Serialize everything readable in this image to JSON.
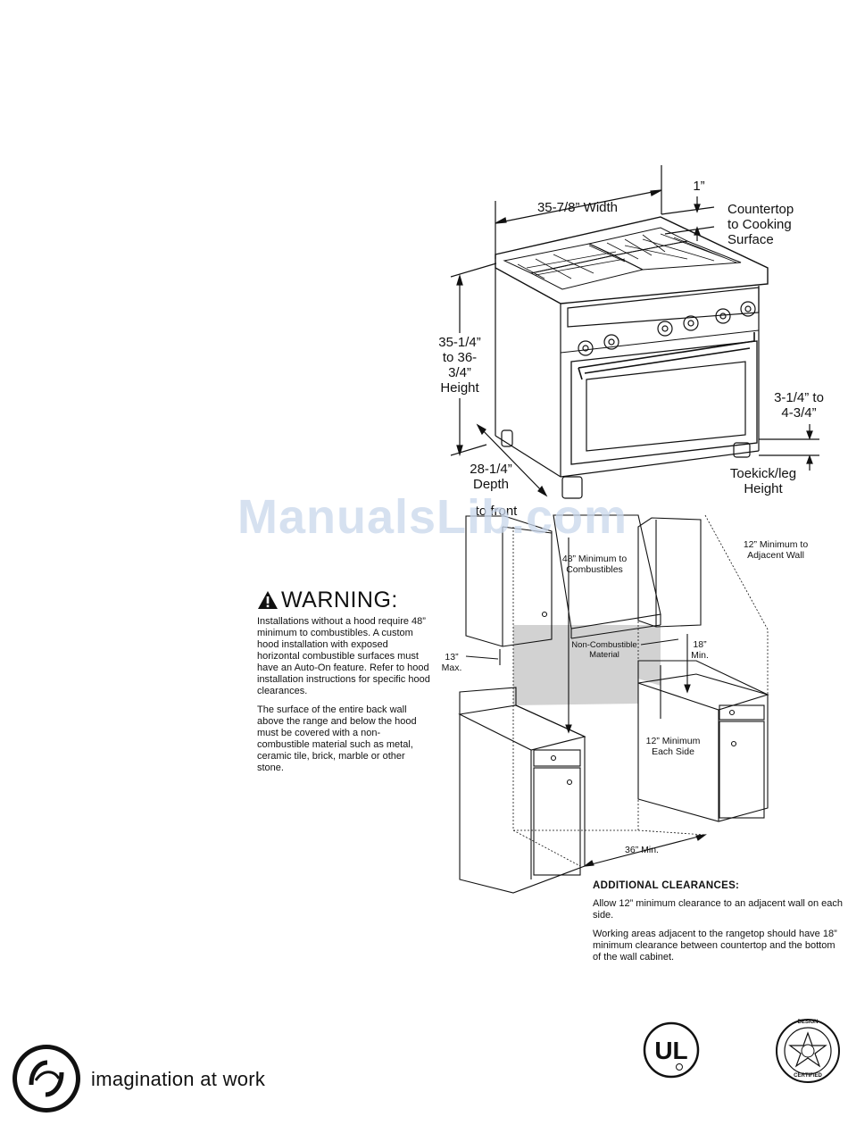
{
  "range_diagram": {
    "width_label": "35-7/8” Width",
    "offset_label": "1”",
    "countertop_label": "Countertop to Cooking Surface",
    "height_label": "35-1/4” to 36-3/4” Height",
    "depth_label": "28-1/4” Depth",
    "depth_label_suffix": "to front",
    "toekick_dim_label": "3-1/4” to 4-3/4”",
    "toekick_label": "Toekick/leg Height"
  },
  "watermark": "ManualsLib.com",
  "warning": {
    "title": "WARNING:",
    "paragraph_1": "Installations without a hood require 48” minimum to combustibles. A custom hood installation with exposed horizontal combustible surfaces must have an Auto-On feature. Refer to hood installation instructions for specific hood clearances.",
    "paragraph_2": "The surface of the entire back wall above the range and below the hood must be covered with a non-combustible material such as metal, ceramic tile, brick, marble or other stone."
  },
  "clearance_diagram": {
    "combustibles_label": "48” Minimum to Combustibles",
    "adjacent_wall_label": "12” Minimum to Adjacent Wall",
    "cabinet_depth_label": "13” Max.",
    "noncombustible_label": "Non-Combustible Material",
    "vertical_label": "18” Min.",
    "each_side_label": "12” Minimum Each Side",
    "width_min_label": "36” Min."
  },
  "additional": {
    "title": "ADDITIONAL CLEARANCES:",
    "paragraph_1": "Allow 12” minimum clearance to an adjacent wall on each side.",
    "paragraph_2": "Working areas adjacent to the rangetop should have 18” minimum clearance between countertop and the bottom of the wall cabinet."
  },
  "footer": {
    "brand": "GE",
    "tagline": "imagination at work",
    "ul_mark": "UL",
    "design_certified_top": "DESIGN",
    "design_certified_bottom": "CERTIFIED"
  }
}
